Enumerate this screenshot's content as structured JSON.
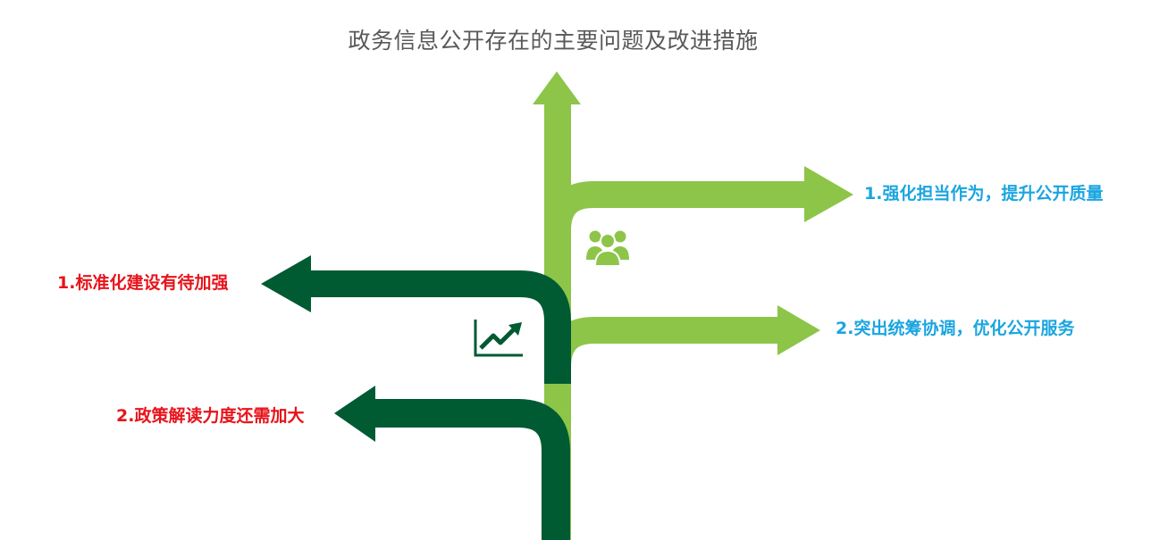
{
  "title": "政务信息公开存在的主要问题及改进措施",
  "problems": [
    {
      "label": "1.标准化建设有待加强"
    },
    {
      "label": "2.政策解读力度还需加大"
    }
  ],
  "measures": [
    {
      "label": "1.强化担当作为，提升公开质量"
    },
    {
      "label": "2.突出统筹协调，优化公开服务"
    }
  ],
  "colors": {
    "title": "#595959",
    "problem_text": "#e8131b",
    "measure_text": "#1aa5e0",
    "dark_green": "#005a32",
    "light_green": "#8dc549"
  },
  "icons": {
    "measures_icon": "people-group-icon",
    "problems_icon": "trend-chart-icon"
  }
}
